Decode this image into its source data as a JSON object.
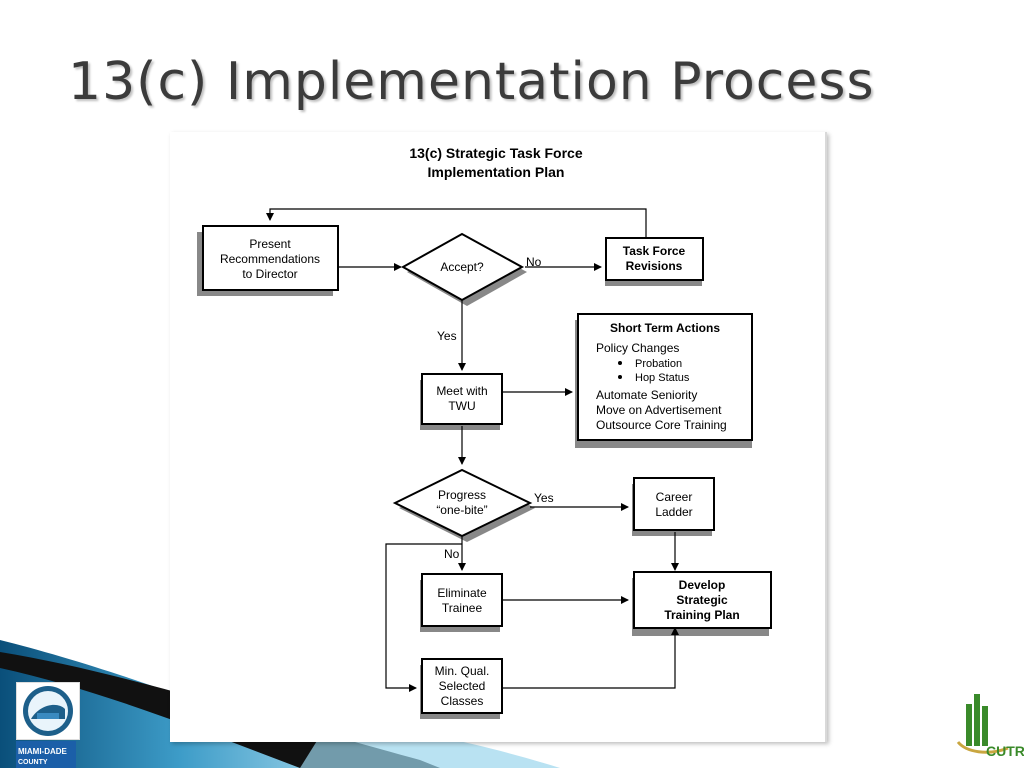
{
  "slide": {
    "title": "13(c) Implementation Process"
  },
  "diagram": {
    "title_line1": "13(c) Strategic Task Force",
    "title_line2": "Implementation Plan",
    "nodes": {
      "present": [
        "Present",
        "Recommendations",
        "to Director"
      ],
      "accept": [
        "Accept?"
      ],
      "revisions": [
        "Task Force",
        "Revisions"
      ],
      "meet": [
        "Meet with",
        "TWU"
      ],
      "short_term": {
        "title": "Short Term Actions",
        "policy": "Policy Changes",
        "bullets": [
          "Probation",
          "Hop Status"
        ],
        "items": [
          "Automate Seniority",
          "Move on Advertisement",
          "Outsource Core Training"
        ]
      },
      "progress": [
        "Progress",
        "“one-bite”"
      ],
      "career": [
        "Career",
        "Ladder"
      ],
      "eliminate": [
        "Eliminate",
        "Trainee"
      ],
      "develop": [
        "Develop",
        "Strategic",
        "Training Plan"
      ],
      "minqual": [
        "Min. Qual.",
        "Selected",
        "Classes"
      ]
    },
    "edge_labels": {
      "no_accept": "No",
      "yes_accept": "Yes",
      "yes_progress": "Yes",
      "no_progress": "No"
    }
  },
  "logos": {
    "county_line1": "MIAMI-DADE",
    "county_line2": "COUNTY",
    "cutr": "CUTR"
  },
  "colors": {
    "title": "#3b3b3b",
    "wave_dark": "#0a4f7a",
    "wave_light": "#8fd0ea",
    "cutr_green": "#3a8a2a",
    "cutr_gold": "#c9a640"
  }
}
